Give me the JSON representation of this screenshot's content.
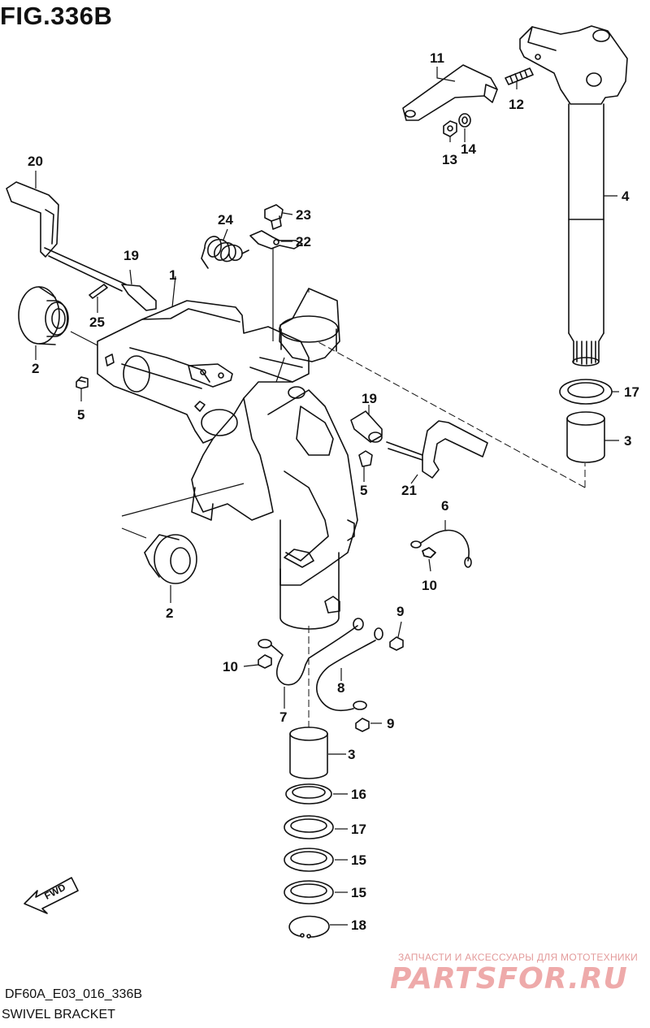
{
  "header": {
    "figure_title": "FIG.336B"
  },
  "footer": {
    "diagram_code": "DF60A_E03_016_336B",
    "diagram_name": "SWIVEL BRACKET"
  },
  "direction_marker": {
    "text": "FWD"
  },
  "watermark": {
    "subtitle": "ЗАПЧАСТИ И АКСЕССУАРЫ ДЛЯ МОТОТЕХНИКИ",
    "brand": "PARTSFOR.RU"
  },
  "callouts": [
    {
      "id": "c1",
      "text": "1"
    },
    {
      "id": "c2a",
      "text": "2"
    },
    {
      "id": "c2b",
      "text": "2"
    },
    {
      "id": "c3a",
      "text": "3"
    },
    {
      "id": "c3b",
      "text": "3"
    },
    {
      "id": "c4",
      "text": "4"
    },
    {
      "id": "c5a",
      "text": "5"
    },
    {
      "id": "c5b",
      "text": "5"
    },
    {
      "id": "c6",
      "text": "6"
    },
    {
      "id": "c7",
      "text": "7"
    },
    {
      "id": "c8",
      "text": "8"
    },
    {
      "id": "c9a",
      "text": "9"
    },
    {
      "id": "c9b",
      "text": "9"
    },
    {
      "id": "c10a",
      "text": "10"
    },
    {
      "id": "c10b",
      "text": "10"
    },
    {
      "id": "c11",
      "text": "11"
    },
    {
      "id": "c12",
      "text": "12"
    },
    {
      "id": "c13",
      "text": "13"
    },
    {
      "id": "c14",
      "text": "14"
    },
    {
      "id": "c15a",
      "text": "15"
    },
    {
      "id": "c15b",
      "text": "15"
    },
    {
      "id": "c16",
      "text": "16"
    },
    {
      "id": "c17a",
      "text": "17"
    },
    {
      "id": "c17b",
      "text": "17"
    },
    {
      "id": "c18",
      "text": "18"
    },
    {
      "id": "c19a",
      "text": "19"
    },
    {
      "id": "c19b",
      "text": "19"
    },
    {
      "id": "c20",
      "text": "20"
    },
    {
      "id": "c21",
      "text": "21"
    },
    {
      "id": "c22",
      "text": "22"
    },
    {
      "id": "c23",
      "text": "23"
    },
    {
      "id": "c24",
      "text": "24"
    },
    {
      "id": "c25",
      "text": "25"
    }
  ]
}
